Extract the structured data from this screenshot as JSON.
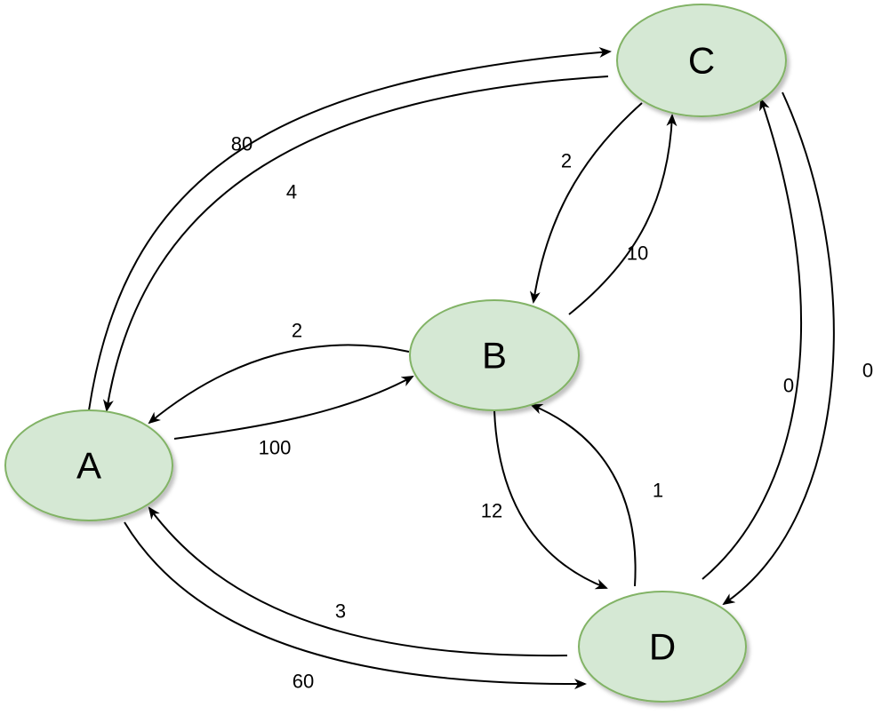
{
  "colors": {
    "node_fill": "#d5e8d4",
    "node_stroke": "#82b366",
    "edge": "#000000",
    "text": "#000000"
  },
  "nodes": [
    {
      "id": "A",
      "label": "A"
    },
    {
      "id": "B",
      "label": "B"
    },
    {
      "id": "C",
      "label": "C"
    },
    {
      "id": "D",
      "label": "D"
    }
  ],
  "edges": [
    {
      "id": "A-C",
      "from": "A",
      "to": "C",
      "label": "80"
    },
    {
      "id": "C-A",
      "from": "C",
      "to": "A",
      "label": "4"
    },
    {
      "id": "C-B",
      "from": "C",
      "to": "B",
      "label": "2"
    },
    {
      "id": "B-C",
      "from": "B",
      "to": "C",
      "label": "10"
    },
    {
      "id": "B-A",
      "from": "B",
      "to": "A",
      "label": "2"
    },
    {
      "id": "A-B",
      "from": "A",
      "to": "B",
      "label": "100"
    },
    {
      "id": "B-D",
      "from": "B",
      "to": "D",
      "label": "12"
    },
    {
      "id": "D-B",
      "from": "D",
      "to": "B",
      "label": "1"
    },
    {
      "id": "D-C",
      "from": "D",
      "to": "C",
      "label": "0"
    },
    {
      "id": "C-D",
      "from": "C",
      "to": "D",
      "label": "0"
    },
    {
      "id": "D-A",
      "from": "D",
      "to": "A",
      "label": "3"
    },
    {
      "id": "A-D",
      "from": "A",
      "to": "D",
      "label": "60"
    }
  ]
}
